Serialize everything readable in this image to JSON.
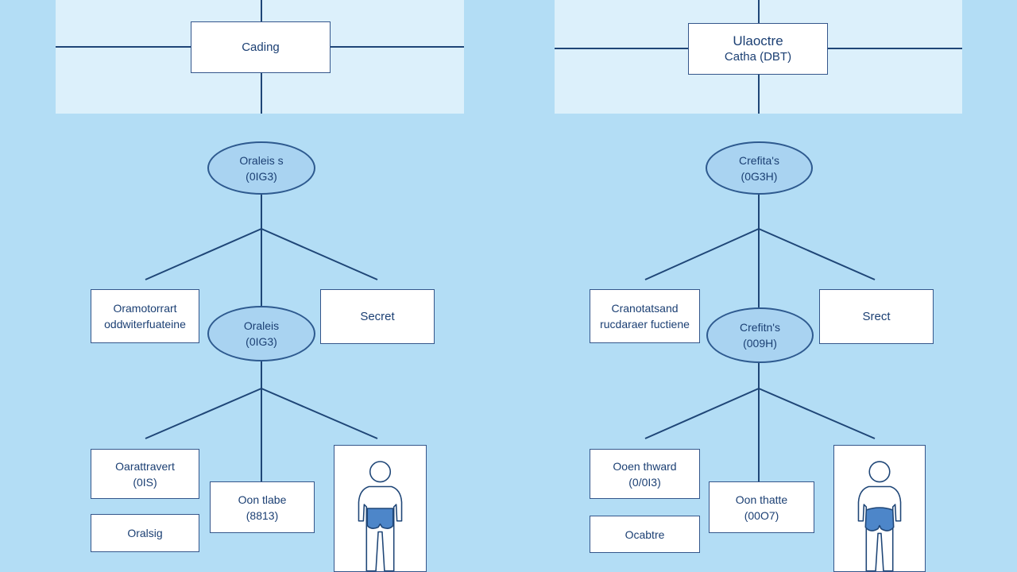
{
  "left": {
    "top_box": [
      "Cading"
    ],
    "oval_1": [
      "Oraleis s",
      "(0IG3)"
    ],
    "box_left": [
      "Oramotorrart",
      "oddwiterfuateine"
    ],
    "oval_2": [
      "Oraleis",
      "(0IG3)"
    ],
    "box_right": [
      "Secret"
    ],
    "box_bottom_1": [
      "Oarattravert",
      "(0IS)"
    ],
    "box_bottom_2": [
      "Oralsig"
    ],
    "box_middle": [
      "Oon tlabe",
      "(8813)"
    ]
  },
  "right": {
    "top_box": [
      "Ulaoctre",
      "Catha (DBT)"
    ],
    "oval_1": [
      "Crefita's",
      "(0G3H)"
    ],
    "box_left": [
      "Cranotatsand",
      "rucdaraer fuctiene"
    ],
    "oval_2": [
      "Crefitn's",
      "(009H)"
    ],
    "box_right": [
      "Srect"
    ],
    "box_bottom_1": [
      "Ooen thward",
      "(0/0I3)"
    ],
    "box_bottom_2": [
      "Ocabtre"
    ],
    "box_middle": [
      "Oon thatte",
      "(00O7)"
    ]
  },
  "colors": {
    "background": "#b3ddf5",
    "panel": "#dcf0fb",
    "line": "#1f4677",
    "oval_fill": "#a9d3f1",
    "figure": "#4d86c9"
  },
  "icons": {
    "person": "person-figure-icon"
  }
}
